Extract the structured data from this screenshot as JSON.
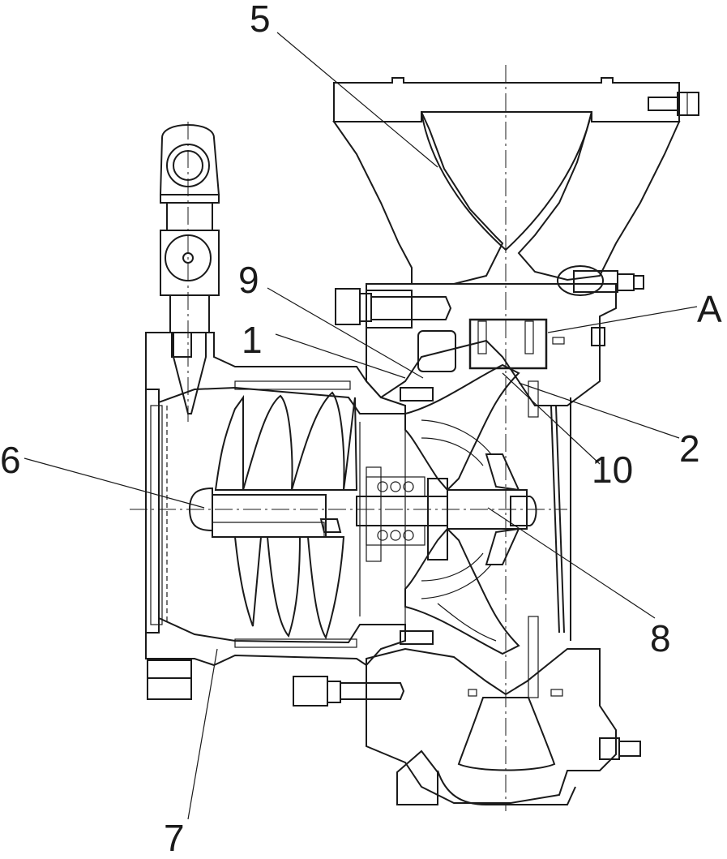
{
  "labels": {
    "l1": "1",
    "l2": "2",
    "l5": "5",
    "l6": "6",
    "l7": "7",
    "l8": "8",
    "l9": "9",
    "l10": "10",
    "lA": "A"
  }
}
